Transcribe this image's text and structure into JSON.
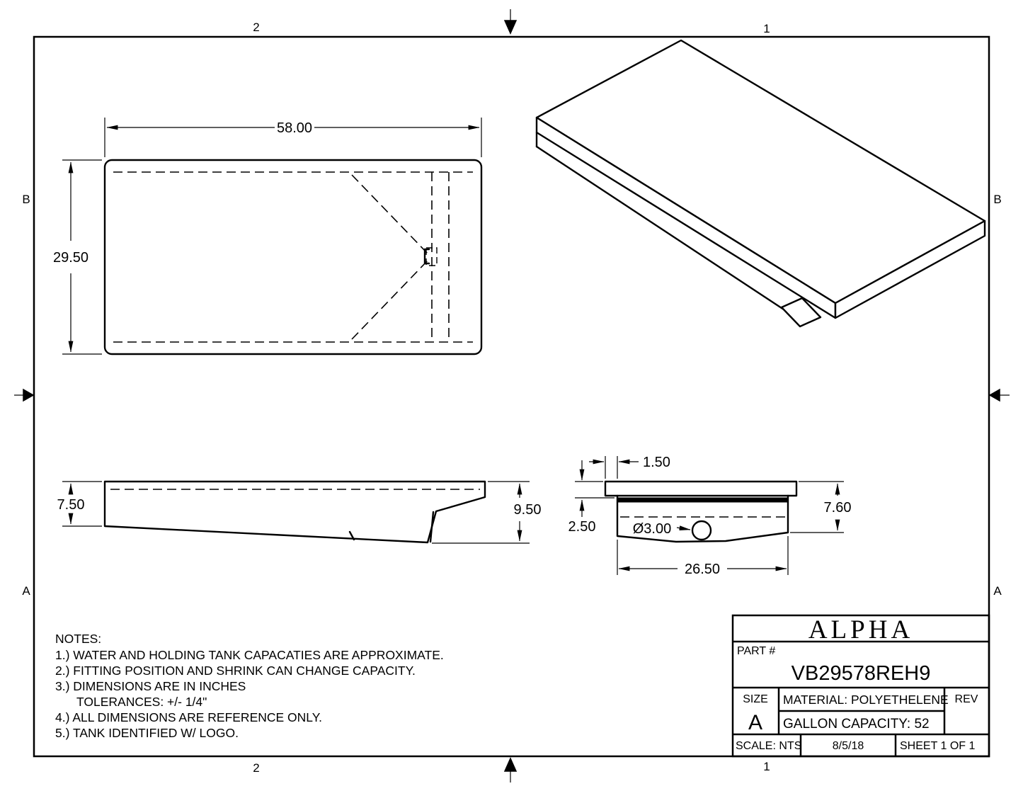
{
  "zones": {
    "top": [
      "2",
      "1"
    ],
    "bottom": [
      "2",
      "1"
    ],
    "left": [
      "B",
      "A"
    ],
    "right": [
      "B",
      "A"
    ]
  },
  "views": {
    "top_view": {
      "width": "58.00",
      "height": "29.50"
    },
    "side_view": {
      "left_height": "7.50",
      "right_height": "9.50"
    },
    "end_view": {
      "lip": "1.50",
      "left_depth": "2.50",
      "right_height": "7.60",
      "width": "26.50",
      "fitting": "Ø3.00"
    }
  },
  "notes": {
    "title": "NOTES:",
    "lines": [
      "1.) WATER AND HOLDING TANK CAPACATIES ARE APPROXIMATE.",
      "2.) FITTING POSITION AND SHRINK CAN CHANGE CAPACITY.",
      "3.) DIMENSIONS ARE IN INCHES",
      "TOLERANCES: +/- 1/4\"",
      "4.) ALL DIMENSIONS ARE REFERENCE ONLY.",
      "5.) TANK IDENTIFIED W/ LOGO."
    ]
  },
  "title_block": {
    "company": "ALPHA",
    "part_label": "PART #",
    "part_number": "VB29578REH9",
    "size_label": "SIZE",
    "size_value": "A",
    "material": "MATERIAL: POLYETHELENE",
    "rev_label": "REV",
    "capacity": "GALLON CAPACITY: 52",
    "scale": "SCALE: NTS",
    "date": "8/5/18",
    "sheet": "SHEET 1  OF 1"
  }
}
